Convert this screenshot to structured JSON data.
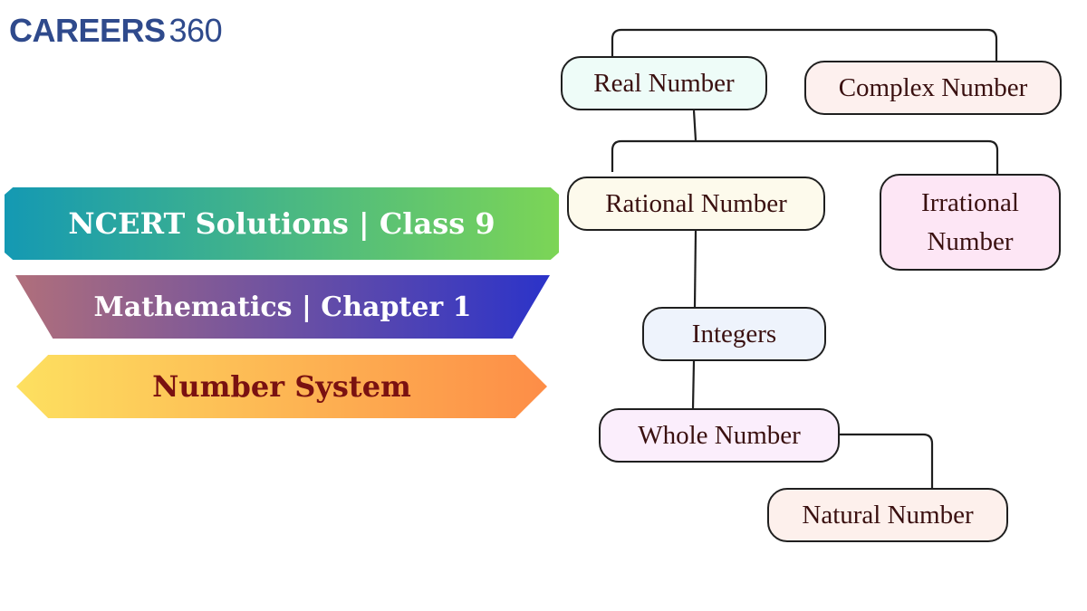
{
  "logo": {
    "brand": "CAREERS",
    "number": "360"
  },
  "banners": {
    "title": "NCERT Solutions | Class 9",
    "subject": "Mathematics | Chapter 1",
    "topic": "Number System"
  },
  "tree": {
    "real": "Real Number",
    "complex": "Complex Number",
    "rational": "Rational Number",
    "irrational": "Irrational Number",
    "integers": "Integers",
    "whole": "Whole Number",
    "natural": "Natural Number"
  },
  "colors": {
    "logo": "#2f4a8c",
    "line": "#1f1f1f",
    "node_text": "#3a1010",
    "banner1_gradient": [
      "#1499b3",
      "#7cd556"
    ],
    "banner2_gradient": [
      "#b06f7b",
      "#2b33c9"
    ],
    "banner3_gradient": [
      "#fde060",
      "#fd8d47"
    ],
    "node_fill": {
      "real": "#eefcf8",
      "complex": "#fdf0ee",
      "rational": "#fdfaec",
      "irrational": "#fde6f5",
      "integers": "#eef3fc",
      "whole": "#fbeefc",
      "natural": "#fdf0ec"
    }
  }
}
